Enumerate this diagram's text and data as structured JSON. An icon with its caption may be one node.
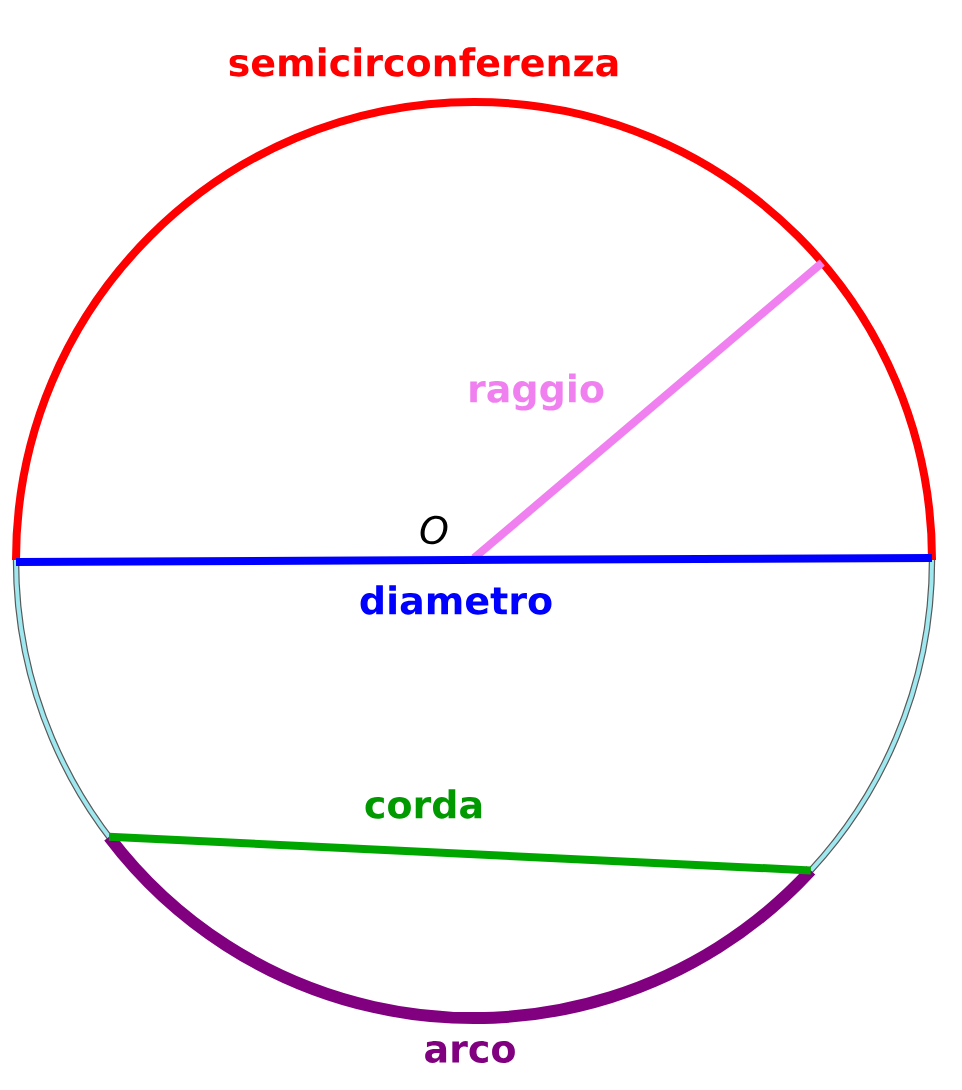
{
  "diagram": {
    "labels": [
      "semicirconferenza",
      "raggio",
      "O",
      "diametro",
      "corda",
      "arco"
    ]
  }
}
